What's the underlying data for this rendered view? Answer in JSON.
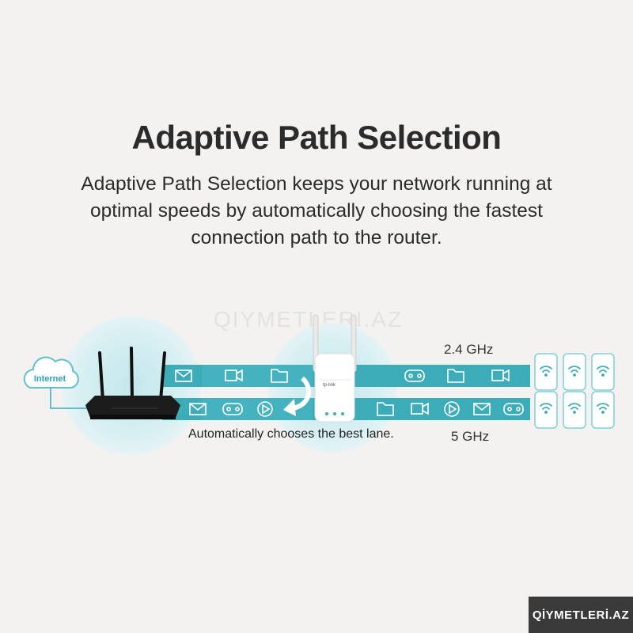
{
  "heading": "Adaptive Path Selection",
  "description": "Adaptive Path Selection keeps your network running at optimal speeds by automatically choosing the fastest connection path to the router.",
  "diagram": {
    "internet_label": "Internet",
    "lane_top_label": "2.4 GHz",
    "lane_bottom_label": "5 GHz",
    "auto_label": "Automatically chooses the best lane.",
    "extender_brand": "tp-link"
  },
  "watermark": "QIYMETLERI.AZ",
  "footer_badge": "QİYMETLERİ.AZ",
  "colors": {
    "lane": "#3dacb9",
    "lane_light": "#6cc6cf",
    "halo": "#cdebef",
    "device_border": "#7fcfd8",
    "background": "#f3f2f0"
  }
}
